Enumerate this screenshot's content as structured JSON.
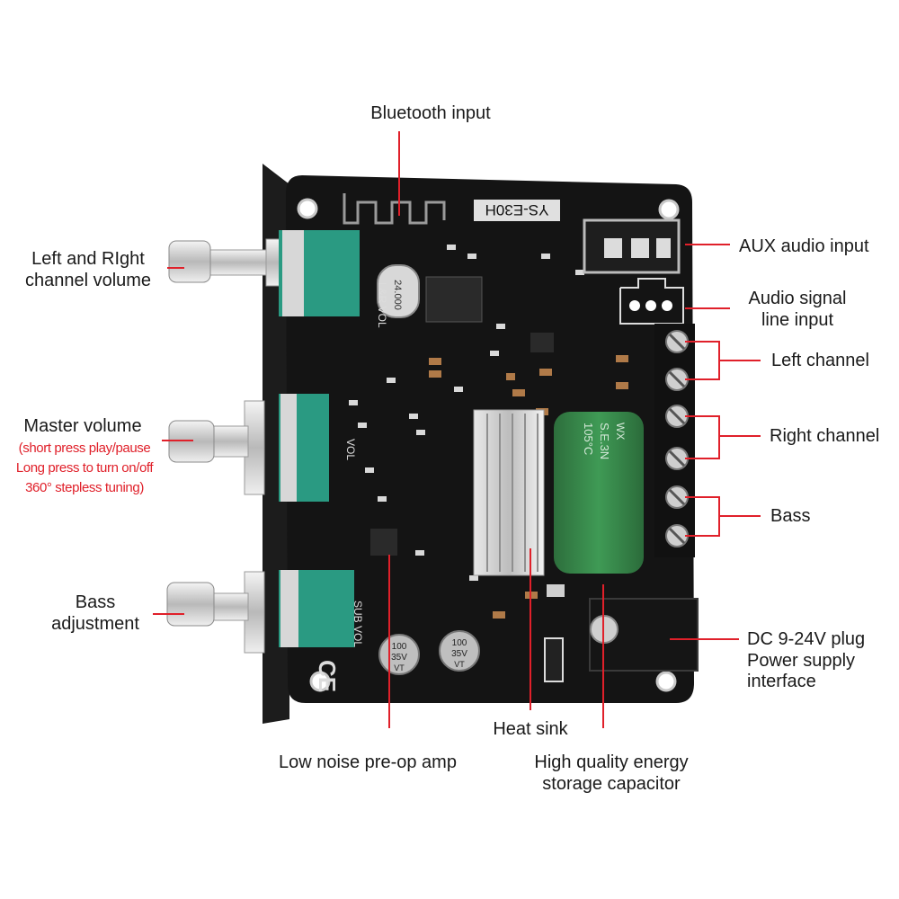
{
  "labels": {
    "bluetooth_input": "Bluetooth input",
    "lr_volume_line1": "Left and RIght",
    "lr_volume_line2": "channel volume",
    "master_volume": "Master volume",
    "master_note_1": "(short press play/pause",
    "master_note_2": "Long press to turn on/off",
    "master_note_3": "360° stepless tuning)",
    "bass_adj_line1": "Bass",
    "bass_adj_line2": "adjustment",
    "aux_input": "AUX audio input",
    "line_input_1": "Audio signal",
    "line_input_2": "line input",
    "left_channel": "Left channel",
    "right_channel": "Right channel",
    "bass": "Bass",
    "dc_plug_1": "DC 9-24V plug",
    "dc_plug_2": "Power supply",
    "dc_plug_3": "interface",
    "heat_sink": "Heat sink",
    "preamp": "Low noise pre-op amp",
    "capacitor_1": "High quality energy",
    "capacitor_2": "storage capacitor"
  },
  "board": {
    "model": "YS-E30H",
    "lr_vol": "L&R VOL",
    "vol": "VOL",
    "sub_vol": "SUB VOL",
    "crystal": "24.000",
    "cap_small_1": "100",
    "cap_small_2": "35V",
    "cap_small_3": "VT",
    "cap_big_temp": "105°C",
    "cap_big_brand": "S.E.3N",
    "cap_big_mark": "WX",
    "ce": "CE"
  },
  "colors": {
    "pointer_line": "#e0202a",
    "board": "#141414",
    "pot_green": "#2a9a82",
    "capacitor_green": "#2f7f45"
  }
}
